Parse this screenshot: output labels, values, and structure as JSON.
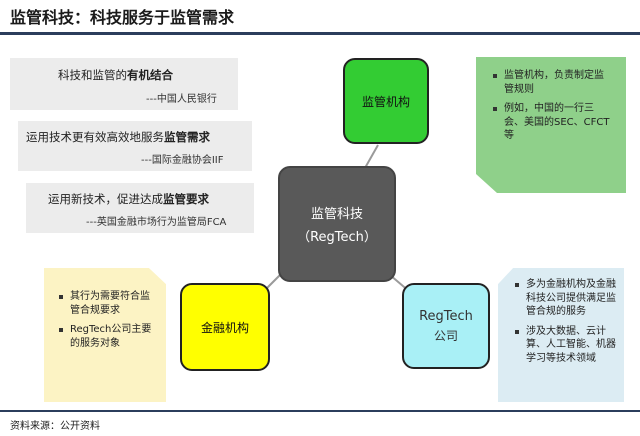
{
  "title": "监管科技：科技服务于监管需求",
  "quotes": [
    {
      "text_pre": "科技和监管的",
      "text_bold": "有机结合",
      "source": "---中国人民银行"
    },
    {
      "text_pre": "运用技术更有效高效地服务",
      "text_bold": "监管需求",
      "source": "---国际金融协会IIF"
    },
    {
      "text_pre": "运用新技术，促进达成",
      "text_bold": "监管要求",
      "source": "---英国金融市场行为监管局FCA"
    }
  ],
  "center_node": {
    "line1": "监管科技",
    "line2": "（RegTech）"
  },
  "nodes": {
    "regulators": "监管机构",
    "financial": "金融机构",
    "regtech_line1": "RegTech",
    "regtech_line2": "公司"
  },
  "notes": {
    "regulators": [
      "监管机构，负责制定监管规则",
      "例如，中国的一行三会、美国的SEC、CFCT等"
    ],
    "financial": [
      "其行为需要符合监管合规要求",
      "RegTech公司主要的服务对象"
    ],
    "regtech": [
      "多为金融机构及金融科技公司提供满足监管合规的服务",
      "涉及大数据、云计算、人工智能、机器学习等技术领域"
    ]
  },
  "colors": {
    "green_node": "#33cc33",
    "green_note": "#8fd08a",
    "yellow_node": "#ffff00",
    "yellow_note": "#fcf3c4",
    "cyan_node": "#a9f0f6",
    "cyan_note": "#dcecf3",
    "center_node": "#595959",
    "quote_bg": "#ececec"
  },
  "footer": "资料来源：公开资料"
}
